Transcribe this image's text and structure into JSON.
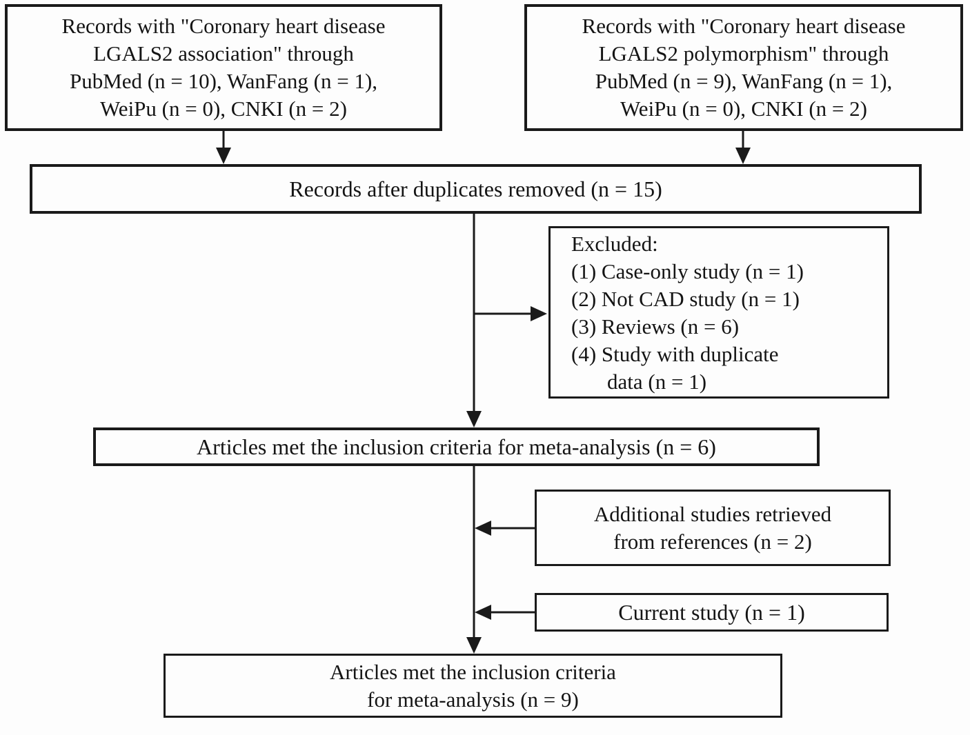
{
  "figure": {
    "kind": "study-selection-flowchart"
  },
  "boxes": {
    "association": {
      "lines": [
        "Records with \"Coronary heart disease",
        "LGALS2 association\" through",
        "PubMed (n = 10), WanFang (n = 1),",
        "WeiPu (n = 0), CNKI (n = 2)"
      ]
    },
    "polymorphism": {
      "lines": [
        "Records with \"Coronary heart disease",
        "LGALS2 polymorphism\" through",
        "PubMed (n = 9), WanFang (n = 1),",
        "WeiPu (n = 0), CNKI (n = 2)"
      ]
    },
    "duplicates": {
      "label": "Records after duplicates removed (n = 15)"
    },
    "excluded": {
      "lines": [
        "Excluded:",
        "(1) Case-only study (n = 1)",
        "(2) Not CAD study (n = 1)",
        "(3) Reviews (n = 6)",
        "(4) Study with duplicate",
        "data (n = 1)"
      ]
    },
    "inclusion6": {
      "label": "Articles met the inclusion criteria for meta-analysis (n = 6)"
    },
    "additional": {
      "lines": [
        "Additional studies retrieved",
        "from references (n = 2)"
      ]
    },
    "current": {
      "label": "Current study (n = 1)"
    },
    "inclusion9": {
      "lines": [
        "Articles met the inclusion criteria",
        "for meta-analysis (n = 9)"
      ]
    }
  },
  "edges": [
    {
      "from": "association",
      "to": "duplicates"
    },
    {
      "from": "polymorphism",
      "to": "duplicates"
    },
    {
      "from": "duplicates",
      "to": "inclusion6"
    },
    {
      "from": "duplicates",
      "to": "excluded"
    },
    {
      "from": "additional",
      "to": "inclusion9"
    },
    {
      "from": "current",
      "to": "inclusion9"
    },
    {
      "from": "inclusion6",
      "to": "inclusion9"
    }
  ],
  "colors": {
    "ink": "#141414",
    "border": "#1a1a1a",
    "background": "#fdfdfd"
  }
}
